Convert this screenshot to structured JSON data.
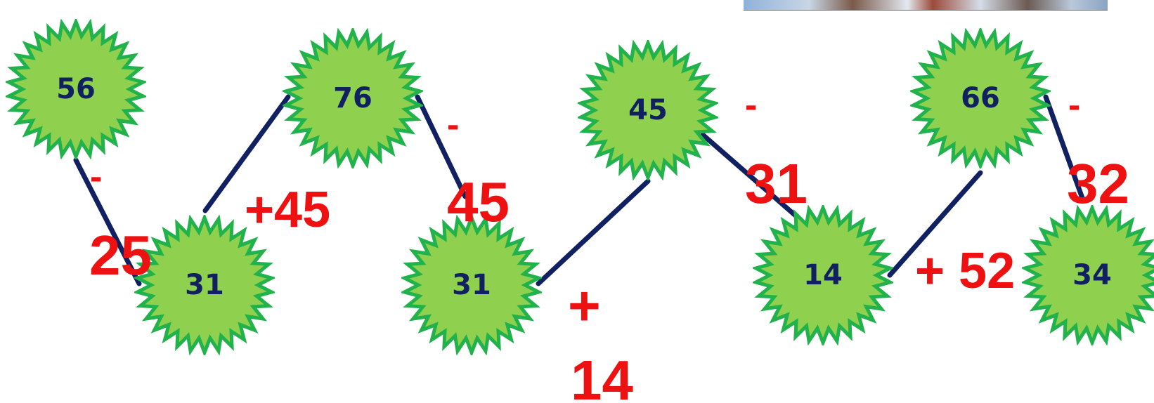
{
  "colors": {
    "star_fill": "#8fd14f",
    "star_edge": "#21b24b",
    "number_text": "#102060",
    "operation_text": "#ee1111",
    "link_line": "#102060"
  },
  "nodes": [
    {
      "id": "n1",
      "value": "56"
    },
    {
      "id": "n2",
      "value": "31"
    },
    {
      "id": "n3",
      "value": "76"
    },
    {
      "id": "n4",
      "value": "31"
    },
    {
      "id": "n5",
      "value": "45"
    },
    {
      "id": "n6",
      "value": "14"
    },
    {
      "id": "n7",
      "value": "66"
    },
    {
      "id": "n8",
      "value": "34"
    }
  ],
  "operations": {
    "op1_sign": "-",
    "op1_value": "25",
    "op2": "+45",
    "op3_sign": "-",
    "op3_value": "45",
    "op4_sign": "+",
    "op4_value": "14",
    "op5_sign": "-",
    "op5_value": "31",
    "op6": "+ 52",
    "op7_sign": "-",
    "op7_value": "32"
  },
  "links": [
    {
      "from": "n1",
      "to": "n2"
    },
    {
      "from": "n2",
      "to": "n3"
    },
    {
      "from": "n3",
      "to": "n4"
    },
    {
      "from": "n4",
      "to": "n5"
    },
    {
      "from": "n5",
      "to": "n6"
    },
    {
      "from": "n6",
      "to": "n7"
    },
    {
      "from": "n7",
      "to": "n8"
    }
  ]
}
